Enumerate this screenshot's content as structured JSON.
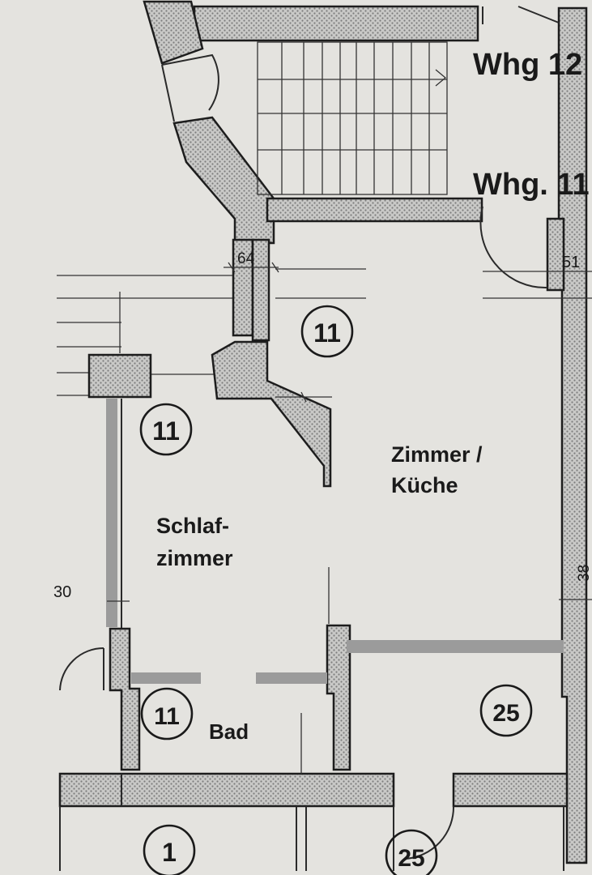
{
  "units": {
    "whg12": "Whg 12",
    "whg11": "Whg. 11"
  },
  "rooms": {
    "zimmer_line1": "Zimmer /",
    "zimmer_line2": "Küche",
    "schlaf_line1": "Schlaf-",
    "schlaf_line2": "zimmer",
    "bad": "Bad"
  },
  "markers": {
    "m11_a": "11",
    "m11_b": "11",
    "m11_c": "11",
    "m25": "25",
    "m1": "1",
    "m25_bottom": "25"
  },
  "dimensions": {
    "d64": "64",
    "d51": "51",
    "d30": "30",
    "d38": "38"
  },
  "colors": {
    "background": "#e4e3df",
    "wall_hatch": "#bdbdbd",
    "line": "#1d1d1d",
    "partition": "#9b9b9b"
  }
}
